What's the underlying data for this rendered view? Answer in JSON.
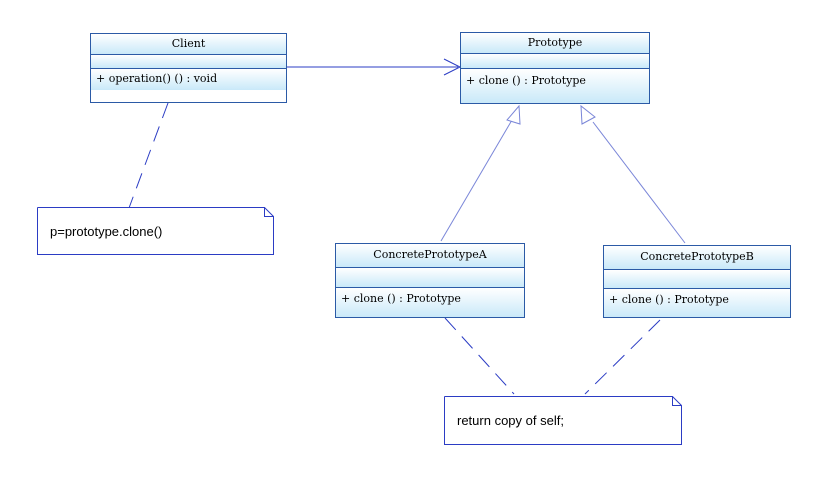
{
  "classes": {
    "client": {
      "name": "Client",
      "operation": "+ operation() ()  : void"
    },
    "prototype": {
      "name": "Prototype",
      "operation": "+ clone ()  : Prototype"
    },
    "concrete_a": {
      "name": "ConcretePrototypeA",
      "operation": "+ clone ()  : Prototype"
    },
    "concrete_b": {
      "name": "ConcretePrototypeB",
      "operation": "+ clone ()  : Prototype"
    }
  },
  "notes": {
    "client_note": "p=prototype.clone()",
    "concrete_note": "return copy of self;"
  },
  "colors": {
    "border": "#2b5aa6",
    "fill_bottom": "#c9e9f9",
    "connector": "#2b3cc4",
    "inheritance": "#7a86d8"
  }
}
